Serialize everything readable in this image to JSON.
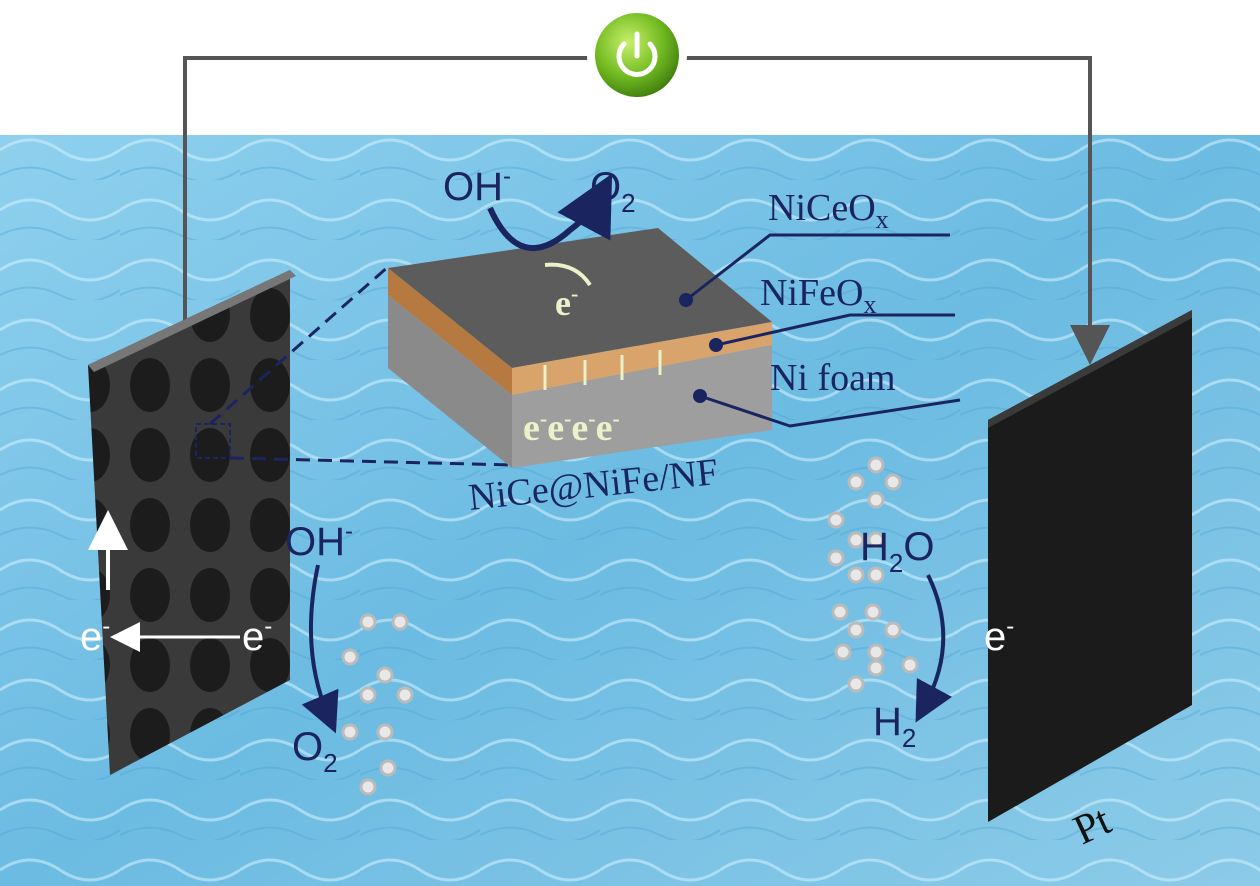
{
  "power_button": {
    "icon": "power-icon",
    "color": "#6fb81f"
  },
  "top_reaction": {
    "reactant": "OH",
    "reactant_sup": "-",
    "product": "O",
    "product_sub": "2",
    "electron": "e",
    "electron_sup": "-"
  },
  "layers": {
    "top": {
      "name": "NiCeO",
      "sub": "x"
    },
    "middle": {
      "name": "NiFeO",
      "sub": "x"
    },
    "bottom": {
      "name": "Ni foam"
    }
  },
  "layer_electrons": [
    "e",
    "e",
    "e",
    "e"
  ],
  "electron_sup": "-",
  "composite_label": "NiCe@NiFe/NF",
  "anode": {
    "reactant": "OH",
    "reactant_sup": "-",
    "product": "O",
    "product_sub": "2",
    "electron_left": "e",
    "electron_right": "e",
    "sup": "-"
  },
  "cathode": {
    "reactant": "H",
    "reactant_sub": "2",
    "reactant_tail": "O",
    "product": "H",
    "product_sub": "2",
    "electron": "e",
    "sup": "-",
    "label": "Pt"
  },
  "colors": {
    "water": "#7cc3e6",
    "wire": "#555555",
    "label": "#1a2560",
    "nife_layer": "#d9a36c"
  }
}
